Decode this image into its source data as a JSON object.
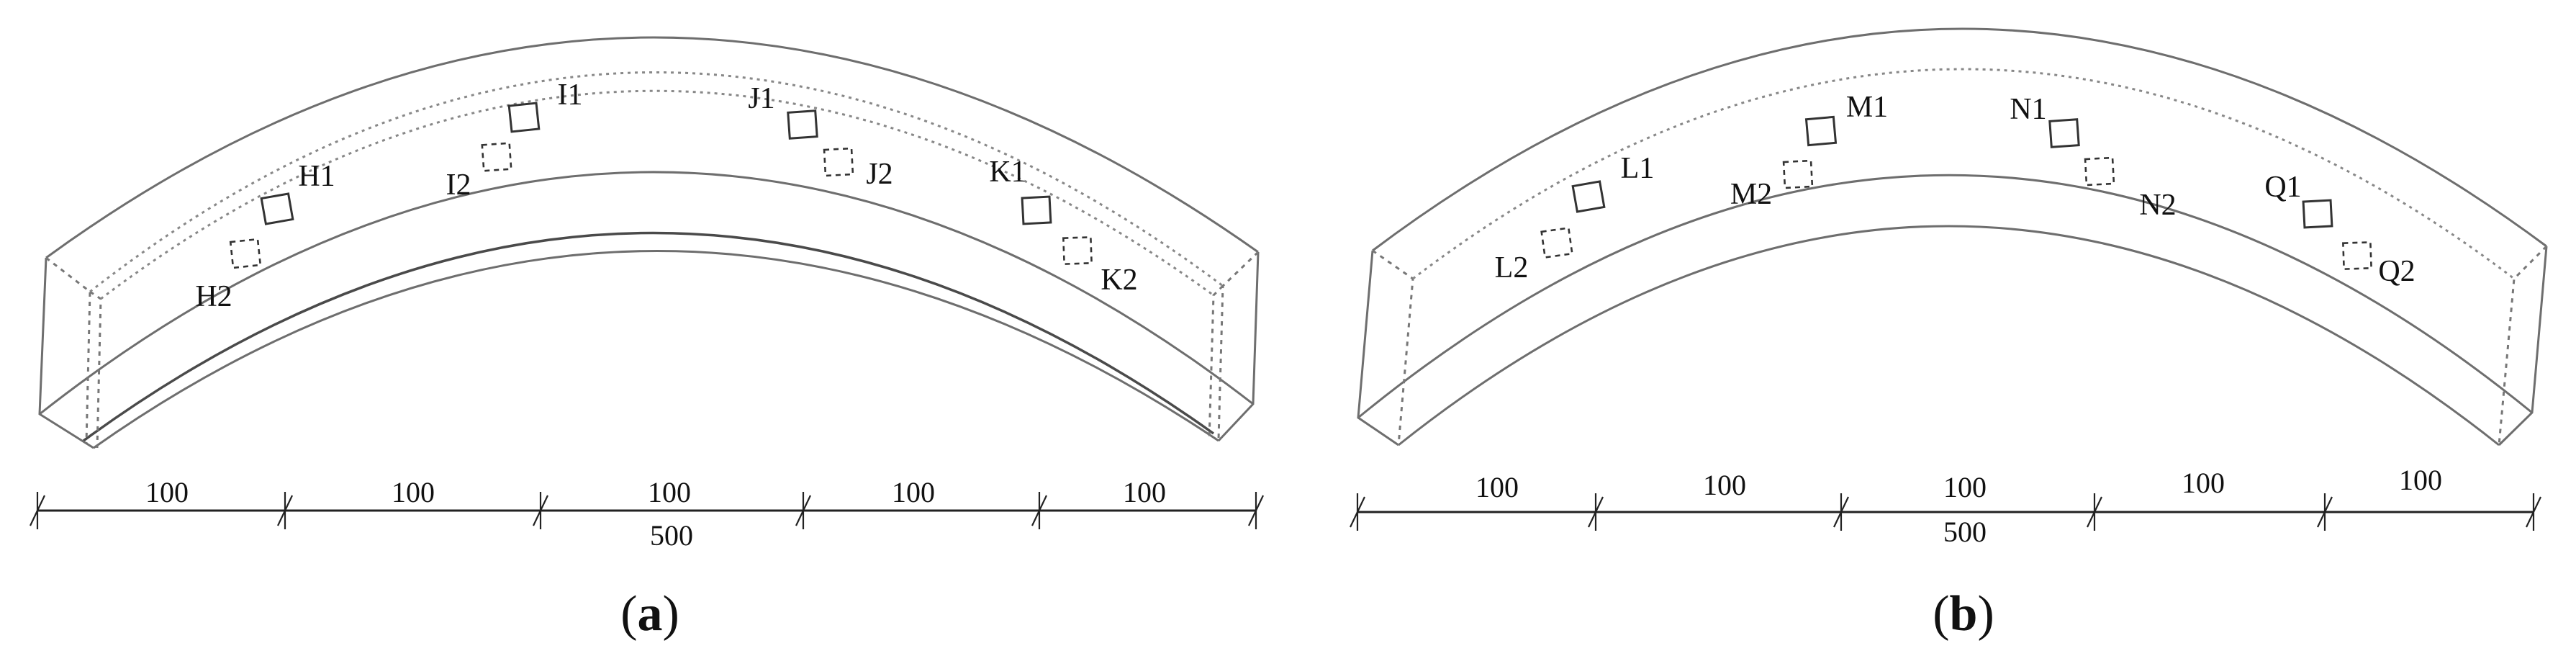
{
  "figure": {
    "panels": [
      {
        "id": "a",
        "caption_open": "(",
        "caption_letter": "a",
        "caption_close": ")",
        "gauges": [
          {
            "label": "H1",
            "type": "solid"
          },
          {
            "label": "H2",
            "type": "dashed"
          },
          {
            "label": "I1",
            "type": "solid"
          },
          {
            "label": "I2",
            "type": "dashed"
          },
          {
            "label": "J1",
            "type": "solid"
          },
          {
            "label": "J2",
            "type": "dashed"
          },
          {
            "label": "K1",
            "type": "solid"
          },
          {
            "label": "K2",
            "type": "dashed"
          }
        ],
        "dimensions": {
          "segments": [
            "100",
            "100",
            "100",
            "100",
            "100"
          ],
          "total": "500"
        }
      },
      {
        "id": "b",
        "caption_open": "(",
        "caption_letter": "b",
        "caption_close": ")",
        "gauges": [
          {
            "label": "L1",
            "type": "solid"
          },
          {
            "label": "L2",
            "type": "dashed"
          },
          {
            "label": "M1",
            "type": "solid"
          },
          {
            "label": "M2",
            "type": "dashed"
          },
          {
            "label": "N1",
            "type": "solid"
          },
          {
            "label": "N2",
            "type": "dashed"
          },
          {
            "label": "Q1",
            "type": "solid"
          },
          {
            "label": "Q2",
            "type": "dashed"
          }
        ],
        "dimensions": {
          "segments": [
            "100",
            "100",
            "100",
            "100",
            "100"
          ],
          "total": "500"
        }
      }
    ],
    "colors": {
      "line": "#6e6e6e",
      "text": "#111111",
      "background": "#ffffff"
    }
  }
}
